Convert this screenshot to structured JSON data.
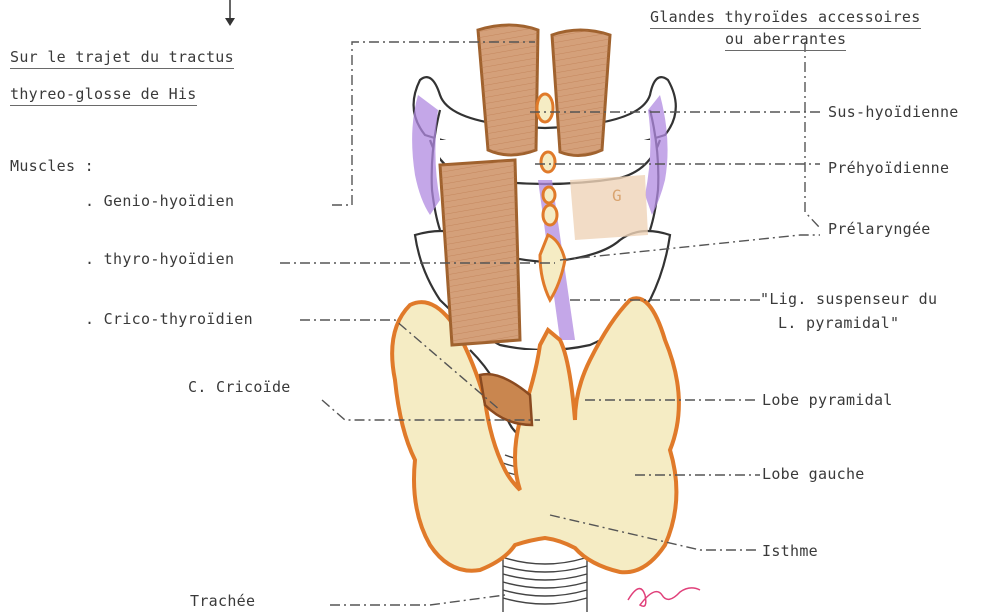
{
  "left_heading": {
    "line1": "Sur le trajet du tractus",
    "line2": "thyreo-glosse de His"
  },
  "muscles_label": "Muscles :",
  "muscles": {
    "genio": ". Genio-hyoïdien",
    "thyro": ". thyro-hyoïdien",
    "crico": ". Crico-thyroïdien"
  },
  "cricoide": "C. Cricoïde",
  "trachee": "Trachée",
  "right_heading": {
    "line1": "Glandes thyroïdes accessoires",
    "line2": "ou aberrantes"
  },
  "accessory_glands": {
    "sus": "Sus-hyoïdienne",
    "pre": "Préhyoïdienne",
    "prel": "Prélaryngée"
  },
  "lig": {
    "line1": "\"Lig. suspenseur du",
    "line2": "L. pyramidal\""
  },
  "lobe_pyramidal": "Lobe pyramidal",
  "lobe_gauche": "Lobe gauche",
  "isthme": "Isthme",
  "g_mark": "G",
  "colors": {
    "thyroid_fill": "#f5ecc4",
    "thyroid_outline": "#e07a2a",
    "muscle_fill": "#d4a07a",
    "muscle_outline": "#a0622e",
    "purple": "#9a6ad0",
    "line": "#555555"
  }
}
